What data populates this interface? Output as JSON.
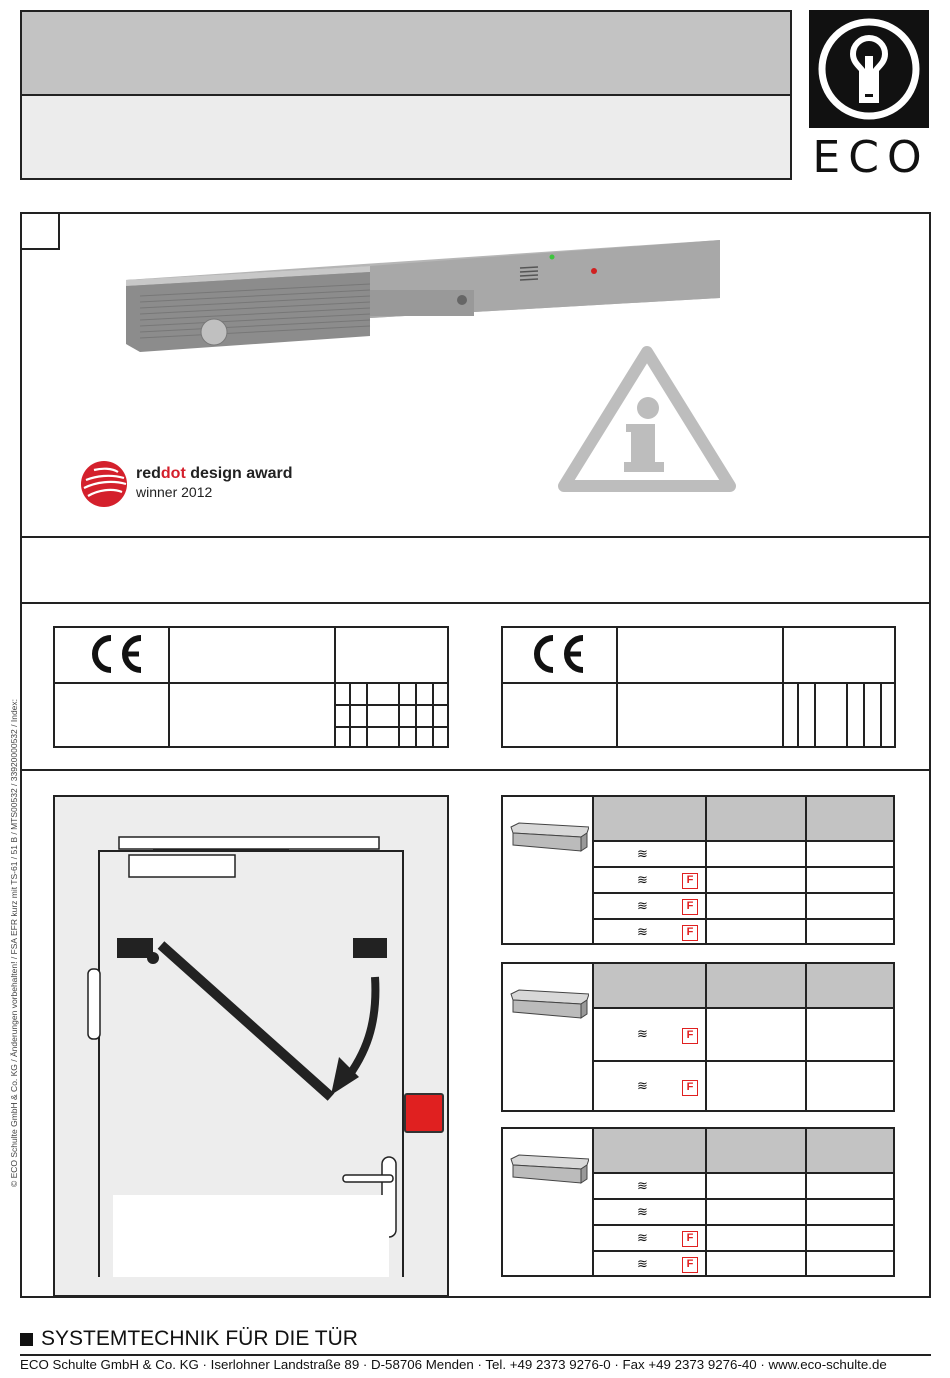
{
  "logo": {
    "text": "ECO",
    "brand_color": "#111111"
  },
  "award": {
    "brand": [
      "red",
      "dot"
    ],
    "rest": " design award",
    "year_line": "winner 2012",
    "accent": "#d4202c"
  },
  "ce_marks": [
    "CE",
    "CE"
  ],
  "spring_symbol": "≋",
  "f_badge": "F",
  "sidebar_copyright": "© ECO Schulte GmbH & Co. KG / Änderungen vorbehalten! / FSA EFR kurz mit TS-61 / 51 B / MTS00532 / 33920000532 / Index:",
  "footer": {
    "tagline": "SYSTEMTECHNIK FÜR DIE TÜR",
    "address": "ECO Schulte GmbH & Co. KG · Iserlohner Landstraße 89 · D-58706 Menden · Tel. +49 2373 9276-0 · Fax +49 2373 9276-40 · www.eco-schulte.de"
  },
  "colors": {
    "header_gray": "#c3c3c3",
    "header_light": "#ececec",
    "warning_gray": "#bdbdbd",
    "alarm_red": "#e02020"
  },
  "tables": [
    {
      "rows": [
        {
          "f": false
        },
        {
          "f": true
        },
        {
          "f": true
        },
        {
          "f": true
        }
      ]
    },
    {
      "rows": [
        {
          "f": true
        },
        {
          "f": true
        }
      ]
    },
    {
      "rows": [
        {
          "f": false
        },
        {
          "f": false
        },
        {
          "f": true
        },
        {
          "f": true
        }
      ]
    }
  ]
}
